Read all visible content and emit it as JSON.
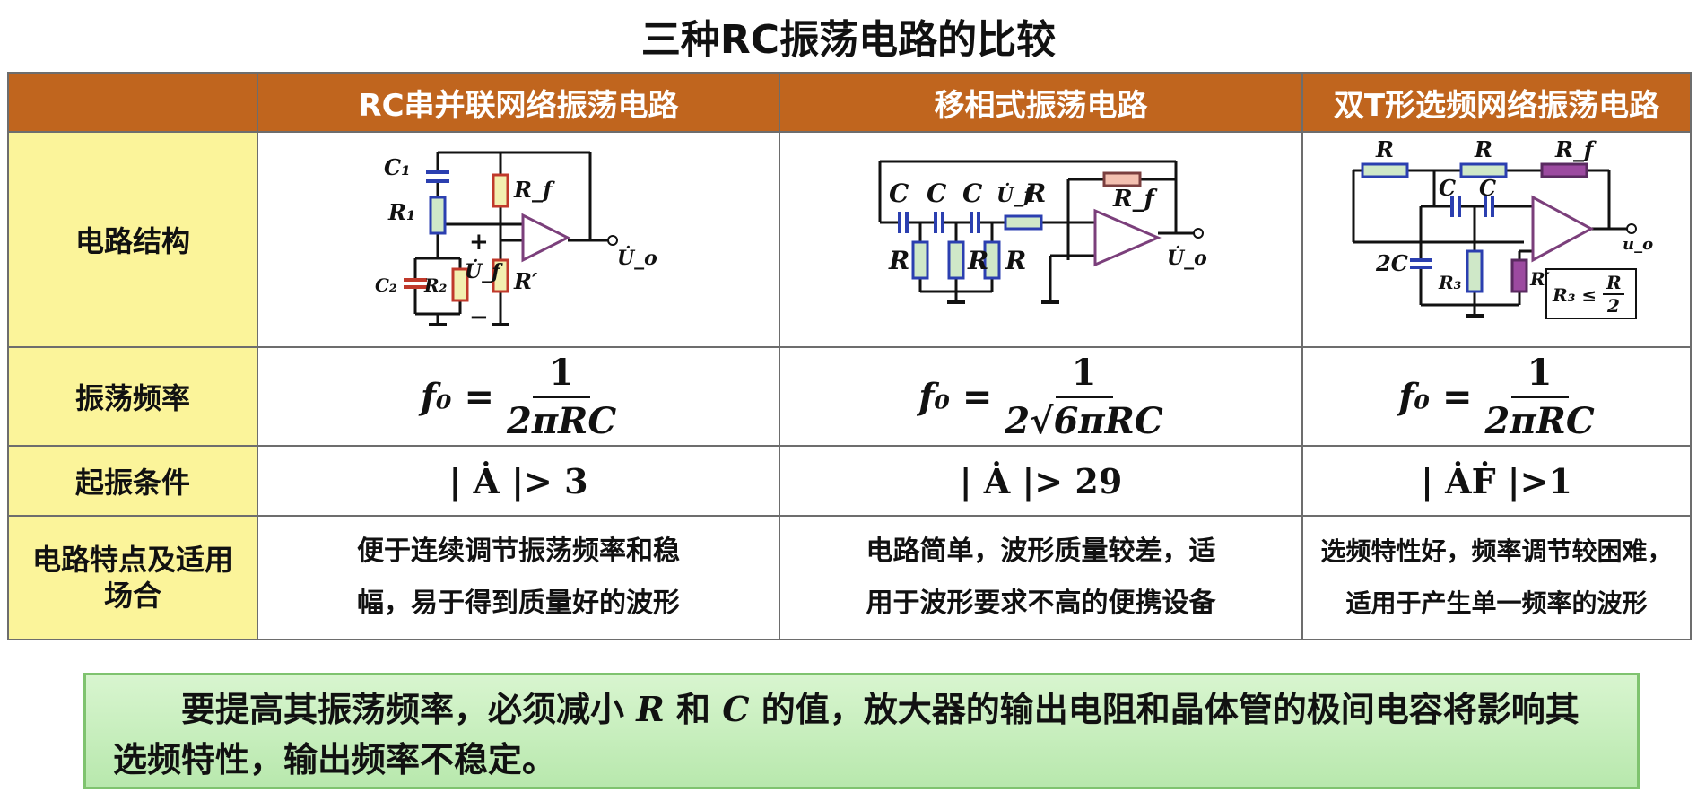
{
  "title": "三种RC振荡电路的比较",
  "table": {
    "corner": "",
    "headers": [
      "RC串并联网络振荡电路",
      "移相式振荡电路",
      "双T形选频网络振荡电路"
    ],
    "row_labels": {
      "structure": "电路结构",
      "frequency": "振荡频率",
      "condition": "起振条件",
      "features": "电路特点及适用场合"
    },
    "frequency": [
      {
        "lhs": "f₀ =",
        "num": "1",
        "den": "2πRC"
      },
      {
        "lhs": "f₀ =",
        "num": "1",
        "den": "2√6πRC"
      },
      {
        "lhs": "f₀ =",
        "num": "1",
        "den": "2πRC"
      }
    ],
    "condition": [
      "| Ȧ |> 3",
      "| Ȧ |> 29",
      "| ȦḞ |>1"
    ],
    "features": [
      [
        "便于连续调节振荡频率和稳",
        "幅，易于得到质量好的波形"
      ],
      [
        "电路简单，波形质量较差，适",
        "用于波形要求不高的便携设备"
      ],
      [
        "选频特性好，频率调节较困难，",
        "适用于产生单一频率的波形"
      ]
    ],
    "circuit_labels": {
      "c1": {
        "C1": "C₁",
        "R1": "R₁",
        "C2": "C₂",
        "R2": "R₂",
        "Rf": "R_f",
        "Rp": "R′",
        "Uf": "U̇_f",
        "Uo": "U̇_o",
        "plus": "+",
        "minus": "−"
      },
      "c2": {
        "C": "C",
        "R": "R",
        "Uf": "U̇_f",
        "Rf": "R_f",
        "Uo": "U̇_o"
      },
      "c3": {
        "R": "R",
        "Rf": "R_f",
        "C": "C",
        "C2": "2C",
        "R3": "R₃",
        "Rp": "R′",
        "uo": "u_o",
        "cond": "R₃ ≤",
        "half_num": "R",
        "half_den": "2"
      }
    }
  },
  "note": {
    "p1": "要提高其振荡频率，必须减小 ",
    "R": "R",
    "p2": " 和 ",
    "C": "C",
    "p3": " 的值，放大器的输出电阻和晶体管的极间电容将影响其选频特性，输出频率不稳定。"
  },
  "colors": {
    "header_bg": "#c0651e",
    "rowhead_bg": "#fbf49a",
    "note_bg": "#c8eebd",
    "resistor": "#cfe8c8",
    "capacitor": "#2b3fb0"
  }
}
